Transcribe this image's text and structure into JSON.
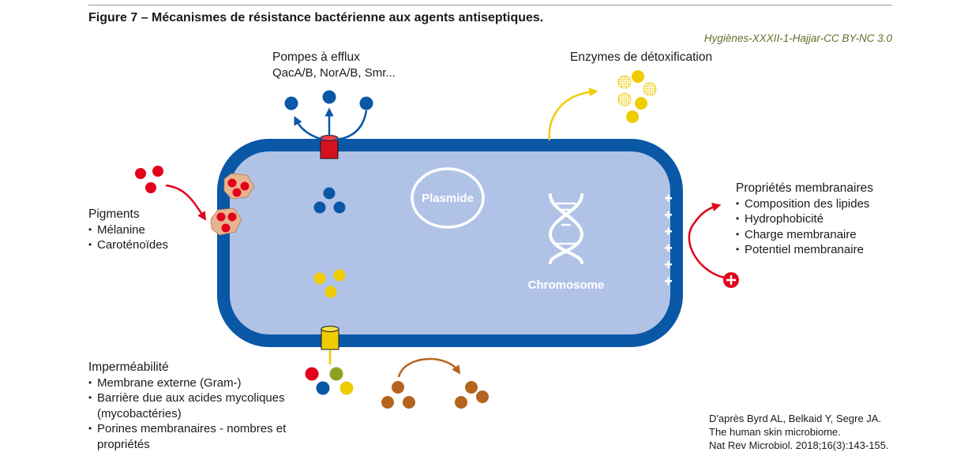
{
  "figure": {
    "title": "Figure 7 – Mécanismes de résistance bactérienne aux agents antiseptiques.",
    "credit": "Hygiènes-XXXII-1-Hajjar-CC BY-NC 3.0"
  },
  "efflux": {
    "heading": "Pompes à efflux",
    "subheading": "QacA/B, NorA/B, Smr..."
  },
  "enzymes": {
    "heading": "Enzymes de détoxification"
  },
  "membrane_props": {
    "heading": "Propriétés membranaires",
    "items": [
      "Composition des lipides",
      "Hydrophobicité",
      "Charge membranaire",
      "Potentiel membranaire"
    ]
  },
  "pigments": {
    "heading": "Pigments",
    "items": [
      "Mélanine",
      "Caroténoïdes"
    ]
  },
  "impermeability": {
    "heading": "Imperméabilité",
    "items": [
      "Membrane externe (Gram-)",
      "Barrière due aux acides mycoliques (mycobactéries)",
      "Porines membranaires - nombres et propriétés"
    ]
  },
  "cell": {
    "plasmid_label": "Plasmide",
    "chromosome_label": "Chromosome"
  },
  "reference": {
    "line1": "D'après Byrd AL, Belkaid Y, Segre JA.",
    "line2": "The human skin microbiome.",
    "line3": "Nat Rev Microbiol. 2018;16(3):143-155."
  },
  "colors": {
    "membrane": "#0a57a6",
    "cytoplasm": "#b0c3e6",
    "efflux_molecule": "#0a57a6",
    "pump": "#d6101d",
    "enzyme_yellow": "#efcc00",
    "porin": "#efcc00",
    "pigment_red": "#e2001a",
    "pigment_shape": "#e8b490",
    "brown_molecule": "#b4641e",
    "green_molecule": "#8fa020"
  }
}
